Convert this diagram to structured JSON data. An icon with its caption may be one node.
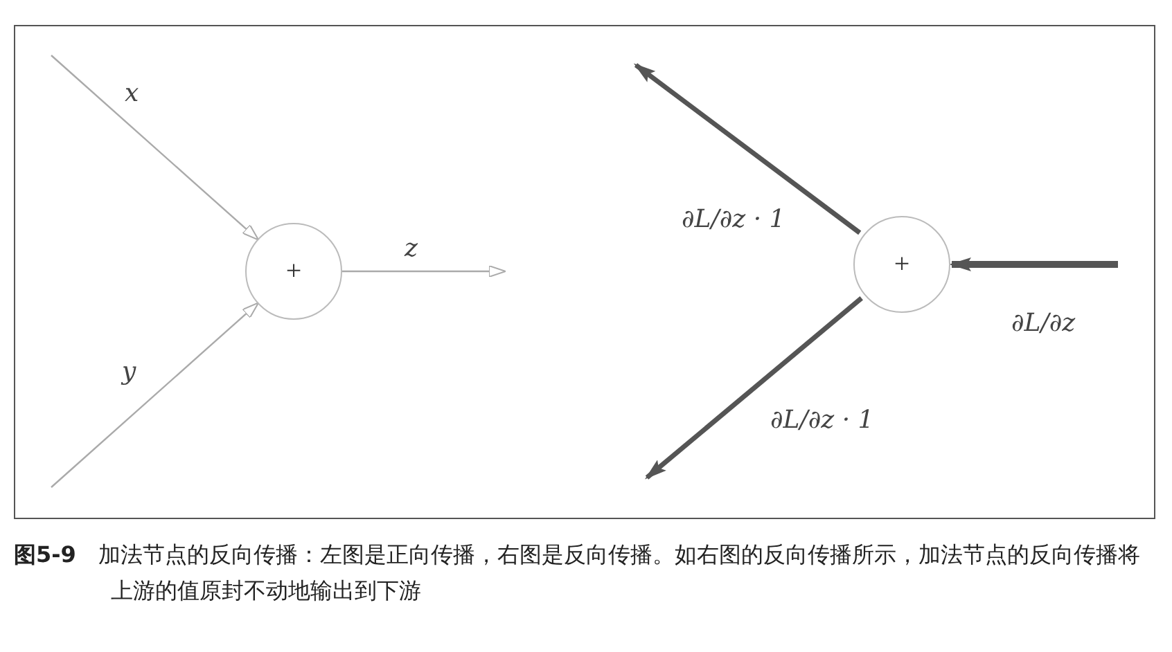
{
  "diagram": {
    "caption": "**图5-9**　加法节点的反向传播：左图是正向传播，右图是反向传播。如右图的反向传播所示，加法节点的反向传播将上游的值原封不动地输出到下游",
    "nodes": [
      {
        "text": [
          "+"
        ]
      },
      {
        "text": [
          "+"
        ]
      }
    ],
    "edges": [
      {
        "from": null,
        "to": 0,
        "arrow": "to",
        "label": "x"
      },
      {
        "from": null,
        "to": 0,
        "arrow": "to",
        "label": "y"
      },
      {
        "from": 0,
        "to": null,
        "arrow": "to",
        "label": "z"
      },
      {
        "from": null,
        "to": 1,
        "arrow": "to",
        "label": "∂L/∂z",
        "style": "thick",
        "color": "#555555"
      },
      {
        "from": 1,
        "to": null,
        "arrow": "to",
        "label": "∂L/∂z · 1",
        "style": "thick",
        "color": "#555555"
      },
      {
        "from": 1,
        "to": null,
        "arrow": "to",
        "label": "∂L/∂z · 1",
        "style": "thick",
        "color": "#555555"
      }
    ]
  }
}
